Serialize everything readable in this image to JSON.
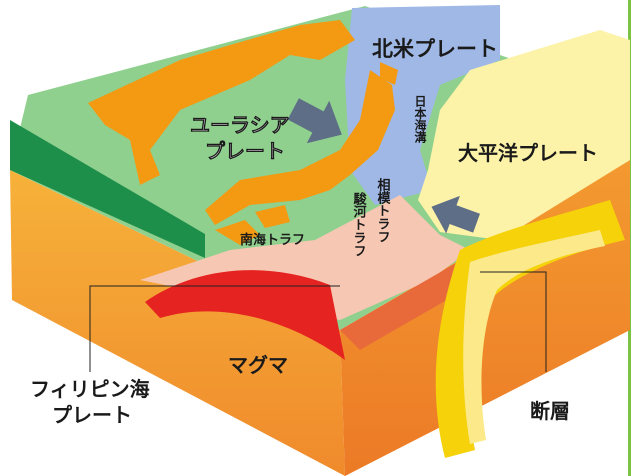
{
  "title": "",
  "labels": {
    "north_american_plate": "北米プレート",
    "eurasian_plate_line1": "ユーラシア",
    "eurasian_plate_line2": "プレート",
    "pacific_plate": "大平洋プレート",
    "japan_trench": "日本海溝",
    "sagami_trough": "相模トラフ",
    "suruga_trough": "駿河トラフ",
    "nankai_trough": "南海トラフ",
    "philippine_sea_plate_line1": "フィリピン海",
    "philippine_sea_plate_line2": "プレート",
    "magma": "マグマ",
    "fault": "断層"
  },
  "colors": {
    "eurasian_plate": "#8fd08e",
    "north_american_plate": "#9fb8e6",
    "pacific_plate": "#fdf3a8",
    "philippine_sea_plate": "#f6c7b3",
    "land": "#f39a12",
    "mantle_top": "#f6b23a",
    "mantle_bottom": "#f4822a",
    "subducting_slab": "#e52320",
    "pacific_slab": "#f5d20a",
    "green_edge": "#1e8f4a",
    "arrow": "#5d6e86",
    "frame_right": "#7cc243"
  },
  "icons": [
    "plate-motion-arrow",
    "plate-motion-arrow"
  ]
}
